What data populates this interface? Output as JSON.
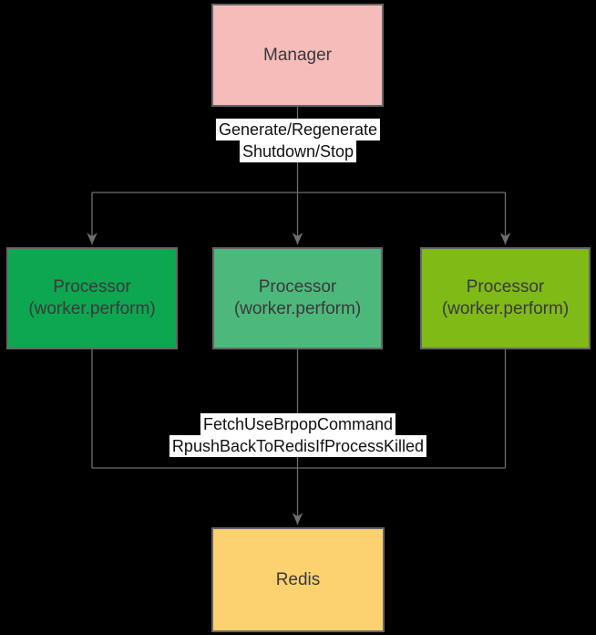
{
  "theme": {
    "canvas_bg": "#000000",
    "manager_fill": "#F5BCBA",
    "processor1_fill": "#0CA750",
    "processor2_fill": "#4CB87C",
    "processor3_fill": "#7FBA17",
    "redis_fill": "#FCD170",
    "node_border": "#666666",
    "node_text": "#3A3A3A",
    "connector": "#6E6E6E",
    "edge_label_bg": "#FFFFFF",
    "edge_label_text": "#111111"
  },
  "diagram": {
    "nodes": {
      "manager": {
        "label": "Manager"
      },
      "processor1": {
        "title": "Processor",
        "subtitle": "(worker.perform)"
      },
      "processor2": {
        "title": "Processor",
        "subtitle": "(worker.perform)"
      },
      "processor3": {
        "title": "Processor",
        "subtitle": "(worker.perform)"
      },
      "redis": {
        "label": "Redis"
      }
    },
    "edges": {
      "manager_to_processors": {
        "lines": [
          "Generate/Regenerate",
          "Shutdown/Stop"
        ]
      },
      "processors_to_redis": {
        "lines": [
          "FetchUseBrpopCommand",
          "RpushBackToRedisIfProcessKilled"
        ]
      }
    }
  }
}
